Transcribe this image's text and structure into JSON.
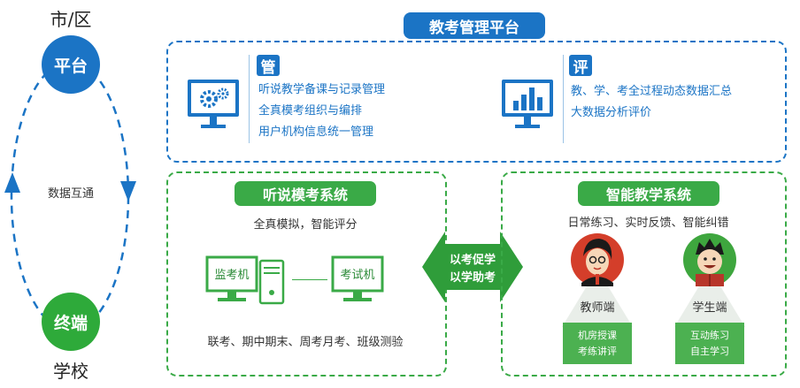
{
  "left": {
    "top_label": "市/区",
    "platform_label": "平台",
    "sync_label": "数据互通",
    "terminal_label": "终端",
    "bottom_label": "学校"
  },
  "platform": {
    "title": "教考管理平台",
    "manage": {
      "tag": "管",
      "items": [
        "听说教学备课与记录管理",
        "全真模考组织与编排",
        "用户机构信息统一管理"
      ]
    },
    "evaluate": {
      "tag": "评",
      "items": [
        "教、学、考全过程动态数据汇总",
        "大数据分析评价"
      ]
    }
  },
  "listening_system": {
    "title": "听说模考系统",
    "subtitle": "全真模拟，智能评分",
    "proctor_label": "监考机",
    "exam_label": "考试机",
    "footer": "联考、期中期末、周考月考、班级测验"
  },
  "middle_arrow": {
    "line1": "以考促学",
    "line2": "以学助考"
  },
  "smart_system": {
    "title": "智能教学系统",
    "subtitle": "日常练习、实时反馈、智能纠错",
    "teacher": {
      "label": "教师端",
      "features": [
        "机房授课",
        "考练讲评"
      ]
    },
    "student": {
      "label": "学生端",
      "features": [
        "互动练习",
        "自主学习"
      ]
    }
  },
  "colors": {
    "blue": "#1b74c5",
    "green": "#3aaa47",
    "arrow_green": "#2f9d3a",
    "avatar_red": "#d43e2a",
    "avatar_green": "#3ea63e"
  },
  "icons": [
    "monitor-gears-icon",
    "monitor-bar-chart-icon",
    "computer-icon",
    "teacher-avatar-icon",
    "student-avatar-icon"
  ]
}
